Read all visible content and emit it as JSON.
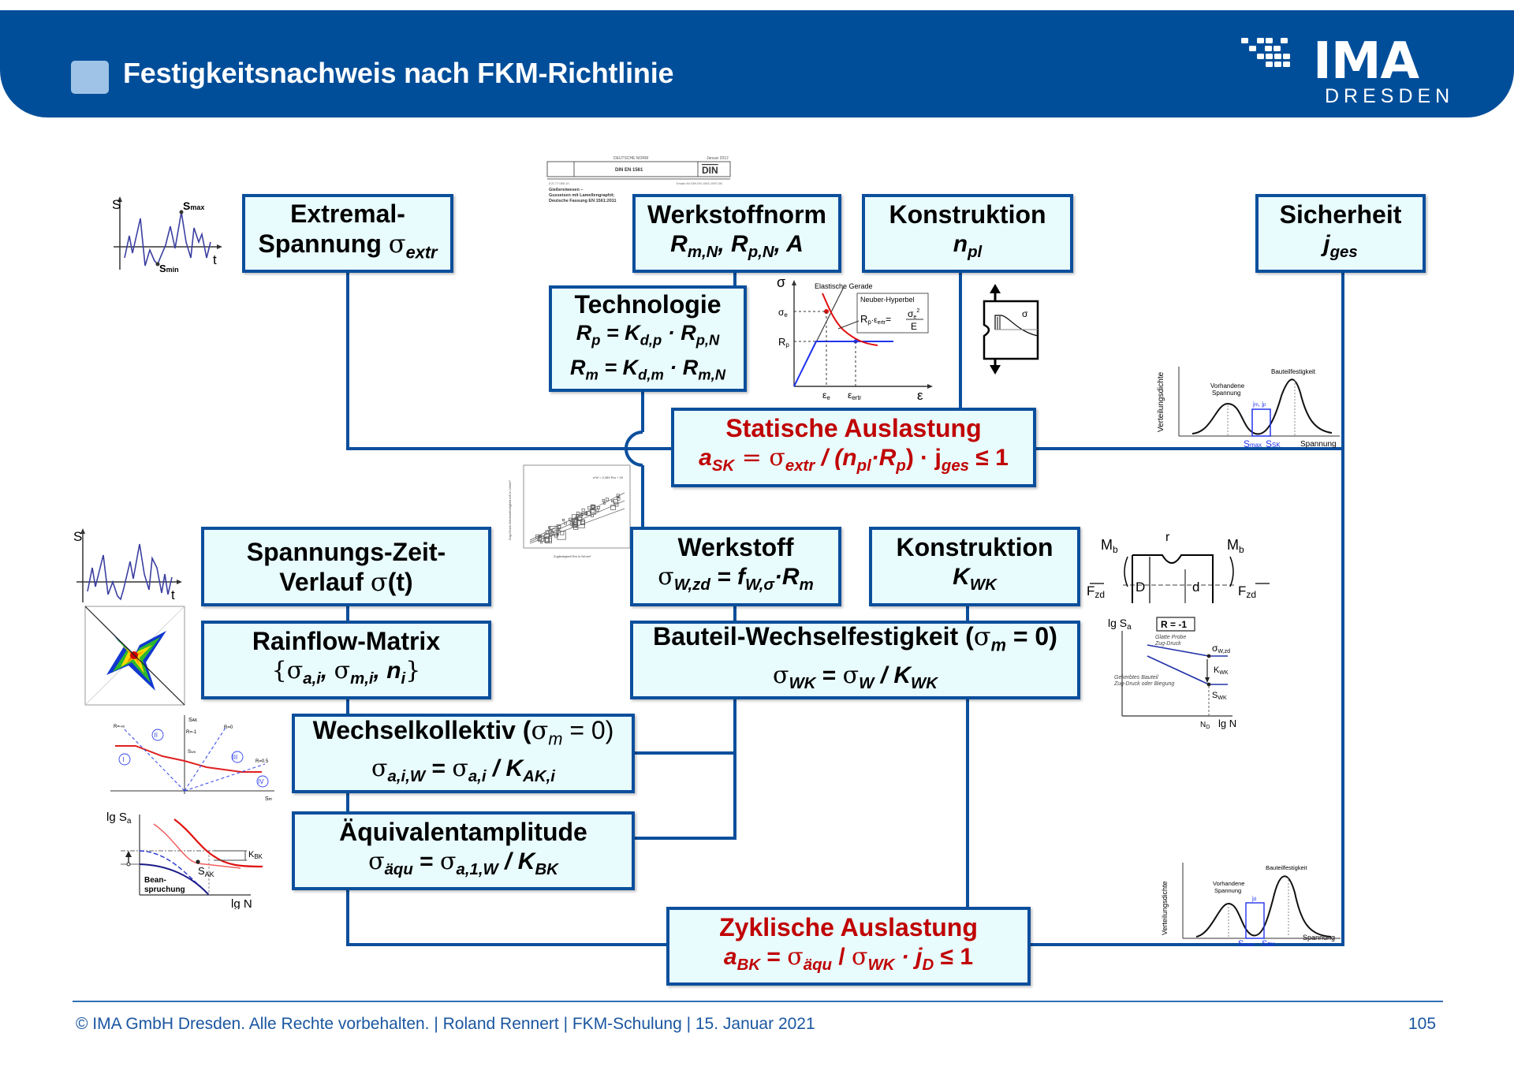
{
  "header": {
    "title": "Festigkeitsnachweis nach FKM-Richtlinie",
    "logo": {
      "name": "IMA",
      "sub": "DRESDEN"
    }
  },
  "colors": {
    "header_bg": "#004e9a",
    "box_bg": "#e8fbfd",
    "box_border": "#0b4f9c",
    "result_text": "#c00000",
    "footer_text": "#1a56a0"
  },
  "boxes": {
    "extremal": {
      "title_1": "Extremal-",
      "title_2": "Spannung ",
      "symbol": "σ",
      "sub": "extr"
    },
    "werkstoffnorm": {
      "title": "Werkstoffnorm",
      "formula": [
        "R",
        "m,N",
        ", R",
        "p,N",
        ", A"
      ]
    },
    "konstruktion_static": {
      "title": "Konstruktion",
      "symbol": "n",
      "sub": "pl"
    },
    "sicherheit": {
      "title": "Sicherheit",
      "symbol": "j",
      "sub": "ges"
    },
    "technologie": {
      "title": "Technologie",
      "line1": [
        "R",
        "p",
        " = K",
        "d,p",
        " · R",
        "p,N"
      ],
      "line2": [
        "R",
        "m",
        " = K",
        "d,m",
        " · R",
        "m,N"
      ]
    },
    "statische": {
      "title": "Statische Auslastung",
      "formula": [
        "a",
        "SK",
        " = ",
        "σ",
        "extr",
        " / (n",
        "pl",
        "·R",
        "p",
        ") · j",
        "ges",
        " ≤ 1"
      ]
    },
    "spannungs_zeit": {
      "title_1": "Spannungs-Zeit-",
      "title_2": "Verlauf ",
      "symbol": "σ",
      "tail": "(t)"
    },
    "werkstoff": {
      "title": "Werkstoff",
      "formula": [
        "σ",
        "W,zd",
        " = f",
        "W,σ",
        "·R",
        "m"
      ]
    },
    "konstruktion_cyclic": {
      "title": "Konstruktion",
      "symbol": "K",
      "sub": "WK"
    },
    "rainflow": {
      "title": "Rainflow-Matrix",
      "formula": [
        "{",
        "σ",
        "a,i",
        ", ",
        "σ",
        "m,i",
        ", n",
        "i",
        "}"
      ]
    },
    "bauteil": {
      "title": "Bauteil-Wechselfestigkeit (",
      "symbol": "σ",
      "sub": "m",
      "tail": " = 0)",
      "formula": [
        "σ",
        "WK",
        " = ",
        "σ",
        "W",
        " / K",
        "WK"
      ]
    },
    "wechselkollektiv": {
      "title": "Wechselkollektiv (",
      "symbol": "σ",
      "sub": "m",
      "tail": " = 0)",
      "formula": [
        "σ",
        "a,i,W",
        " = ",
        "σ",
        "a,i",
        " / K",
        "AK,i"
      ]
    },
    "aequivalent": {
      "title": "Äquivalentamplitude",
      "formula": [
        "σ",
        "äqu",
        " = ",
        "σ",
        "a,1,W",
        " / K",
        "BK"
      ]
    },
    "zyklische": {
      "title": "Zyklische Auslastung",
      "formula": [
        "a",
        "BK",
        " = ",
        "σ",
        "äqu",
        " / ",
        "σ",
        "WK",
        " · j",
        "D",
        " ≤ 1"
      ]
    }
  },
  "figures": {
    "stress_time_top": {
      "y_label": "S",
      "x_label": "t",
      "max_label": "S",
      "max_sub": "max",
      "min_label": "S",
      "min_sub": "min"
    },
    "din_norm": {
      "top_left": "DEUTSCHE NORM",
      "top_right": "Januar 2012",
      "number": "DIN EN 1561",
      "logo": "DIN",
      "ics": "ICS 77.080.10",
      "replaces": "Ersatz für DIN EN 1561:1997-08",
      "title_1": "Gießereiwesen –",
      "title_2": "Gusseisen mit Lamellengraphit;",
      "title_3": "Deutsche Fassung EN 1561:2011"
    },
    "neuber": {
      "y_label": "σ",
      "x_label": "ε",
      "line_label": "Elastische Gerade",
      "hyperbola_label": "Neuber-Hyperbel",
      "formula_lhs": "R",
      "formula_lhs_sub": "p",
      "formula_mid": "·ε",
      "formula_mid_sub": "ertr",
      "formula_eq": "=",
      "formula_num": "σ",
      "formula_num_sub": "e",
      "formula_num_sup": "2",
      "formula_den": "E",
      "sigma_e": "σ",
      "sigma_e_sub": "e",
      "rp": "R",
      "rp_sub": "p",
      "eps_e": "ε",
      "eps_e_sub": "e",
      "eps_ertr": "ε",
      "eps_ertr_sub": "ertr"
    },
    "notch": {
      "label": "σ"
    },
    "distribution_static": {
      "y_label": "Verteilungsdichte",
      "x_label": "Spannung",
      "left_peak_1": "Vorhandene",
      "left_peak_2": "Spannung",
      "right_peak": "Bauteilfestigkeit",
      "gap_label": "j",
      "gap_sub": "m",
      "gap_label2": ", j",
      "gap_sub2": "p",
      "s_max": "S",
      "s_max_sub": "max",
      "s_lim": "S",
      "s_lim_sub": "SK"
    },
    "scatter": {
      "annotation": "σ'W = 0,389 Rm + 30",
      "x_label": "Zugfestigkeit Rm in N/mm²",
      "y_label": "Zug-Druck-Wechselfestigkeit σW in N/mm²",
      "y_ticks": [
        "700",
        "600",
        "500",
        "400",
        "300",
        "200",
        "100",
        "0"
      ],
      "x_ticks": [
        "0",
        "200",
        "400",
        "600",
        "800",
        "1000"
      ]
    },
    "stress_time_mid": {
      "y_label": "S",
      "x_label": "t"
    },
    "shaft": {
      "moment": "M",
      "moment_sub": "b",
      "force": "F",
      "force_sub": "zd",
      "radius": "r",
      "big_d": "D",
      "small_d": "d"
    },
    "woehler_component": {
      "y_label": "lg S",
      "y_sub": "a",
      "x_label": "lg N",
      "ratio": "R = -1",
      "smooth_1": "Glatte Probe",
      "smooth_2": "Zug-Druck",
      "notched_1": "Gekerbtes Bauteil",
      "notched_2": "Zug-Druck oder Biegung",
      "sigma_label": "σ",
      "sigma_sub": "W,zd",
      "k_label": "K",
      "k_sub": "WK",
      "s_label": "S",
      "s_sub": "WK",
      "nd": "N",
      "nd_sub": "D"
    },
    "haigh": {
      "y_label": "S",
      "y_sub": "AK",
      "x_label": "S",
      "x_sub": "m",
      "r_minf": "R=-∞",
      "r_m1": "R=-1",
      "r_0": "R=0",
      "r_05": "R=0.5",
      "swk": "S",
      "swk_sub": "WK",
      "zones": [
        "I",
        "II",
        "III",
        "IV"
      ]
    },
    "woehler_equiv": {
      "y_label": "lg S",
      "y_sub": "a",
      "x_label": "lg N",
      "kbk": "K",
      "kbk_sub": "BK",
      "sak": "S",
      "sak_sub": "AK",
      "load_1": "Bean-",
      "load_2": "spruchung"
    },
    "distribution_cyclic": {
      "y_label": "Verteilungsdichte",
      "x_label": "Spannung",
      "left_peak_1": "Vorhandene",
      "left_peak_2": "Spannung",
      "right_peak": "Bauteilfestigkeit",
      "gap_label": "j",
      "gap_sub": "d",
      "s_max": "S",
      "s_max_sub": "max",
      "s_lim": "S",
      "s_lim_sub": "BK"
    }
  },
  "footer": {
    "text": "© IMA GmbH Dresden. Alle Rechte vorbehalten.  |  Roland Rennert  |  FKM-Schulung  |  15. Januar 2021",
    "page": "105"
  }
}
